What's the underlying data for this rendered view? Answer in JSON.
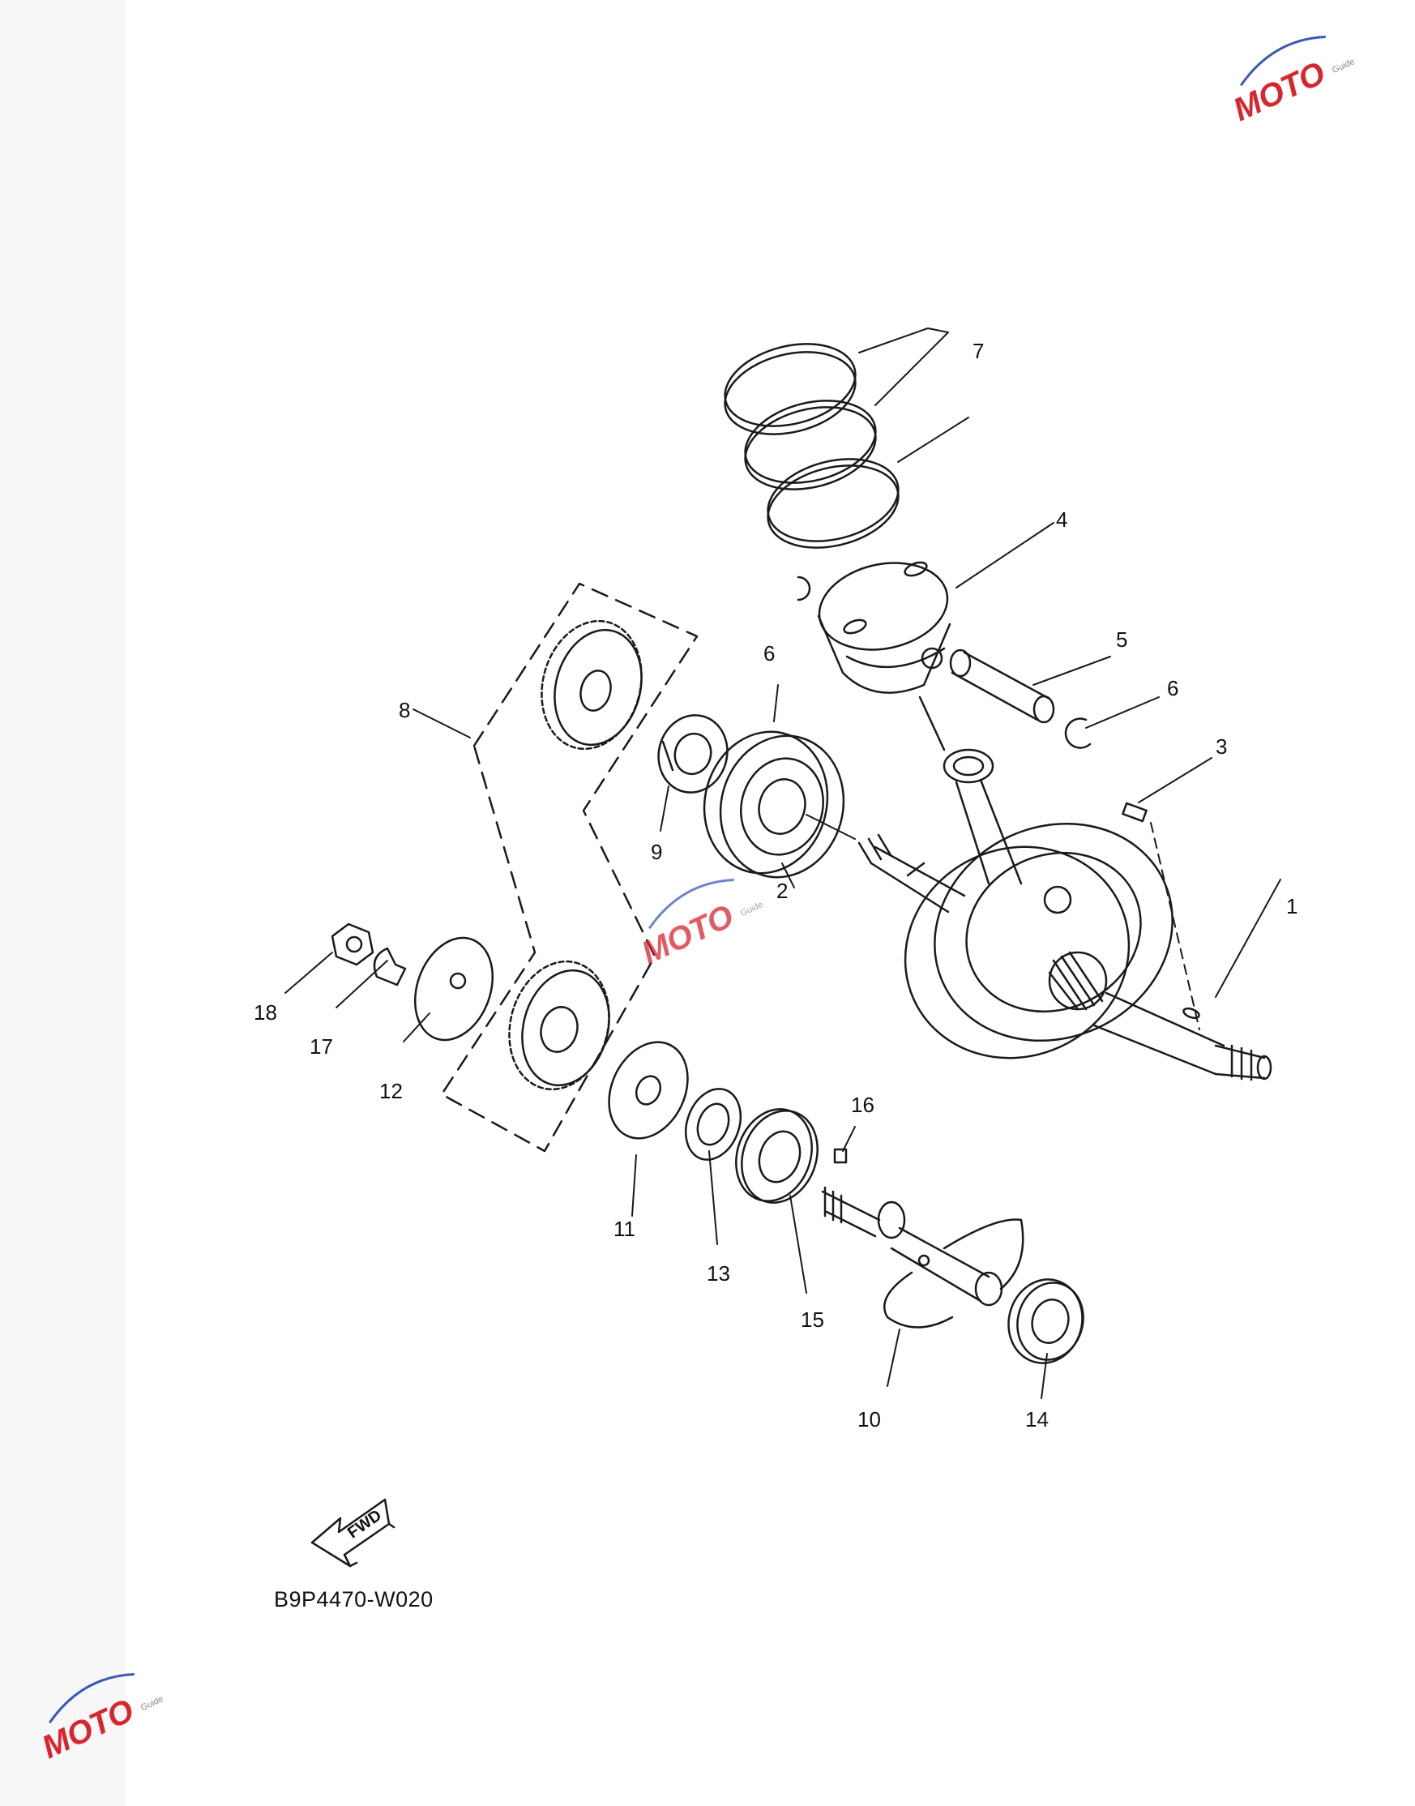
{
  "diagram": {
    "code": "B9P4470-W020",
    "fwd_label": "FWD",
    "callouts": [
      "1",
      "2",
      "3",
      "4",
      "5",
      "6",
      "6",
      "7",
      "8",
      "9",
      "10",
      "11",
      "12",
      "13",
      "14",
      "15",
      "16",
      "17",
      "18"
    ]
  },
  "watermark": {
    "text": "MOTO",
    "sub": "Guide",
    "colors": {
      "red": "#d8262e",
      "blue": "#3a5ab7",
      "gray": "#8a8a8a"
    }
  }
}
